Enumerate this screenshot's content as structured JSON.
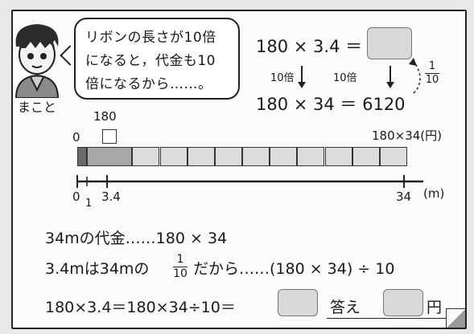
{
  "character": {
    "name": "まこと",
    "speech": [
      "リボンの長さが10倍",
      "になると，代金も10",
      "倍になるから……。"
    ]
  },
  "equations": {
    "top": "180 × 3.4 ＝",
    "arrow_label_left": "10倍",
    "arrow_label_right": "10倍",
    "fraction_num": "1",
    "fraction_den": "10",
    "bottom": "180 × 34 ＝ 6120"
  },
  "tape": {
    "unit_price_label": "180",
    "zero_label": "0",
    "total_label": "180×34(円)",
    "segment_count": 12
  },
  "number_line": {
    "label_zero": "0",
    "label_one": "1",
    "label_34_start": "3.4",
    "label_34": "34",
    "unit": "(m)"
  },
  "explanation": {
    "line1": "34mの代金……180 × 34",
    "line2_pre": "3.4mは34mの",
    "line2_frac_num": "1",
    "line2_frac_den": "10",
    "line2_post": "だから……(180 × 34) ÷ 10",
    "line3": "180×3.4＝180×34÷10＝",
    "answer_label": "答え",
    "answer_unit": "円"
  },
  "colors": {
    "answer_box": "#d9d9d9",
    "tape_first": "#6a6a6a",
    "tape_second": "#a8a8a8",
    "tape_rest": "#dcdcdc"
  }
}
